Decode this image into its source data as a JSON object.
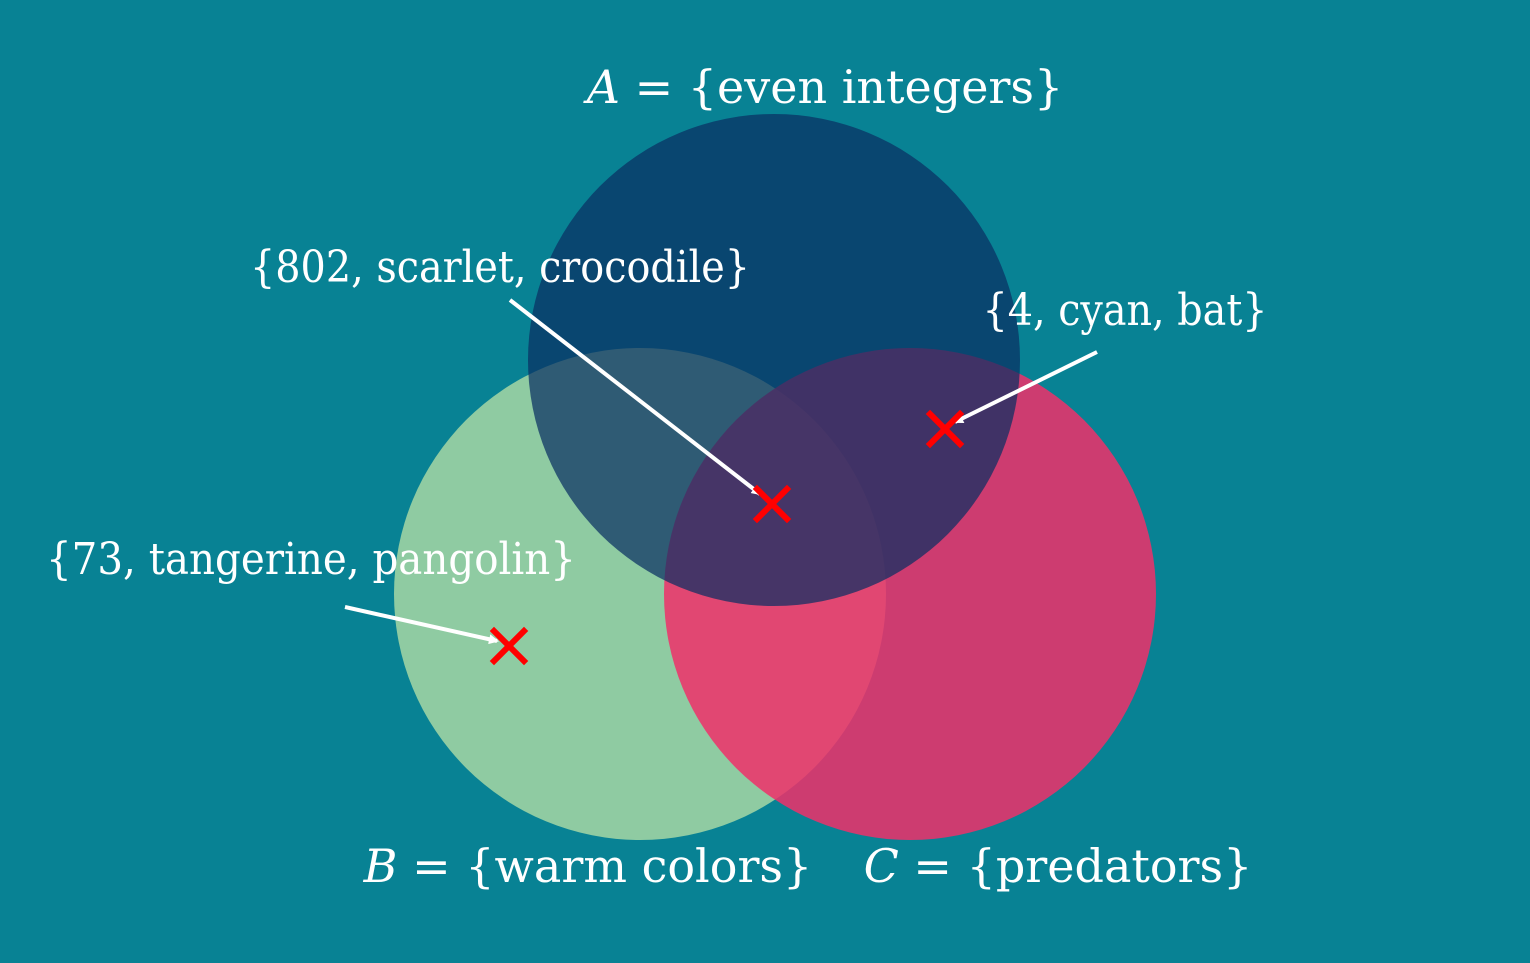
{
  "colors": {
    "background": "#088294",
    "set_a": "#0a2f63",
    "set_b": "#b6e0a6",
    "set_c": "#f0306a",
    "marker": "#ff0000",
    "text": "#ffffff"
  },
  "sets": {
    "a": {
      "letter": "A",
      "equals": " = ",
      "body": "{even integers}"
    },
    "b": {
      "letter": "B",
      "equals": " = ",
      "body": "{warm colors}"
    },
    "c": {
      "letter": "C",
      "equals": " = ",
      "body": "{predators}"
    }
  },
  "elements": [
    {
      "label": "{802, scarlet, crocodile}",
      "marker_icon": "x-mark-icon"
    },
    {
      "label": "{4, cyan, bat}",
      "marker_icon": "x-mark-icon"
    },
    {
      "label": "{73, tangerine, pangolin}",
      "marker_icon": "x-mark-icon"
    }
  ]
}
